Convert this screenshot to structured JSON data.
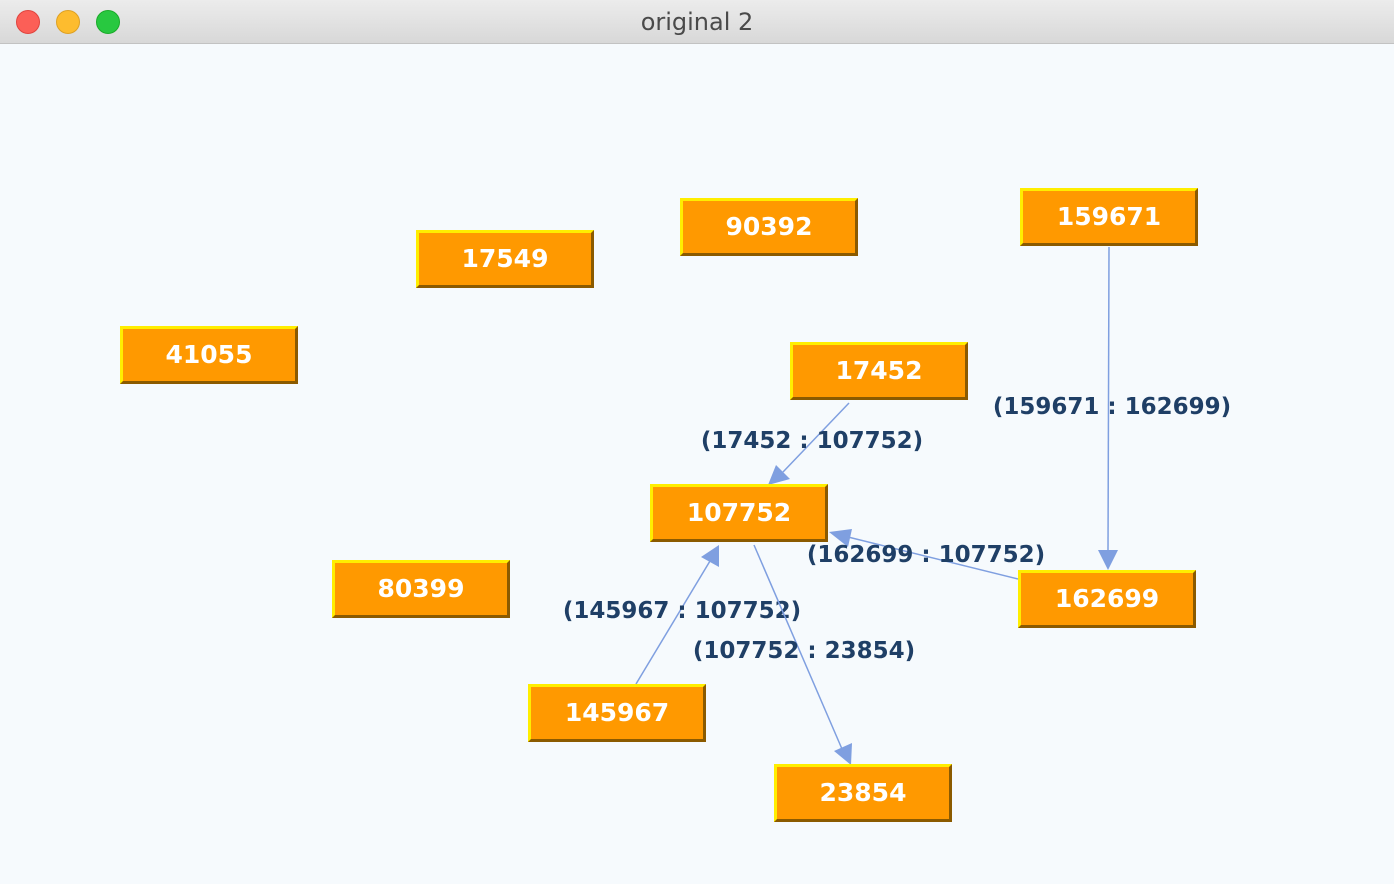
{
  "window": {
    "title": "original 2"
  },
  "graph": {
    "nodes": [
      {
        "id": "n41055",
        "label": "41055"
      },
      {
        "id": "n17549",
        "label": "17549"
      },
      {
        "id": "n90392",
        "label": "90392"
      },
      {
        "id": "n159671",
        "label": "159671"
      },
      {
        "id": "n17452",
        "label": "17452"
      },
      {
        "id": "n107752",
        "label": "107752"
      },
      {
        "id": "n80399",
        "label": "80399"
      },
      {
        "id": "n162699",
        "label": "162699"
      },
      {
        "id": "n145967",
        "label": "145967"
      },
      {
        "id": "n23854",
        "label": "23854"
      }
    ],
    "edges": [
      {
        "from": "159671",
        "to": "162699",
        "label": "(159671 : 162699)"
      },
      {
        "from": "17452",
        "to": "107752",
        "label": "(17452 : 107752)"
      },
      {
        "from": "162699",
        "to": "107752",
        "label": "(162699 : 107752)"
      },
      {
        "from": "145967",
        "to": "107752",
        "label": "(145967 : 107752)"
      },
      {
        "from": "107752",
        "to": "23854",
        "label": "(107752 : 23854)"
      }
    ]
  },
  "colors": {
    "node_fill": "#ff9900",
    "node_highlight": "#ffee00",
    "node_shadow": "#8b5a00",
    "edge": "#7f9fe0",
    "edge_label": "#1f3f66",
    "background": "#f6fafd"
  }
}
